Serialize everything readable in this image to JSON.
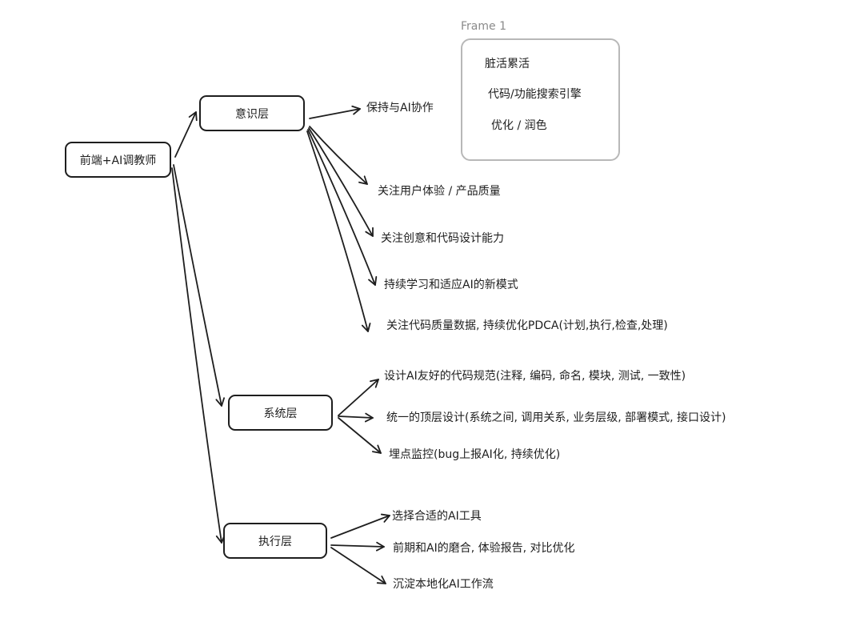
{
  "root": {
    "label": "前端+AI调教师"
  },
  "frame": {
    "title": "Frame 1",
    "items": [
      "脏活累活",
      "代码/功能搜索引擎",
      "优化 / 润色"
    ]
  },
  "awareness": {
    "label": "意识层",
    "items": [
      "保持与AI协作",
      "关注用户体验 / 产品质量",
      "关注创意和代码设计能力",
      "持续学习和适应AI的新模式",
      "关注代码质量数据, 持续优化PDCA(计划,执行,检查,处理)"
    ]
  },
  "system": {
    "label": "系统层",
    "items": [
      "设计AI友好的代码规范(注释, 编码, 命名, 模块, 测试, 一致性)",
      "统一的顶层设计(系统之间, 调用关系, 业务层级, 部署模式, 接口设计)",
      "埋点监控(bug上报AI化, 持续优化)"
    ]
  },
  "execution": {
    "label": "执行层",
    "items": [
      "选择合适的AI工具",
      "前期和AI的磨合, 体验报告, 对比优化",
      "沉淀本地化AI工作流"
    ]
  }
}
